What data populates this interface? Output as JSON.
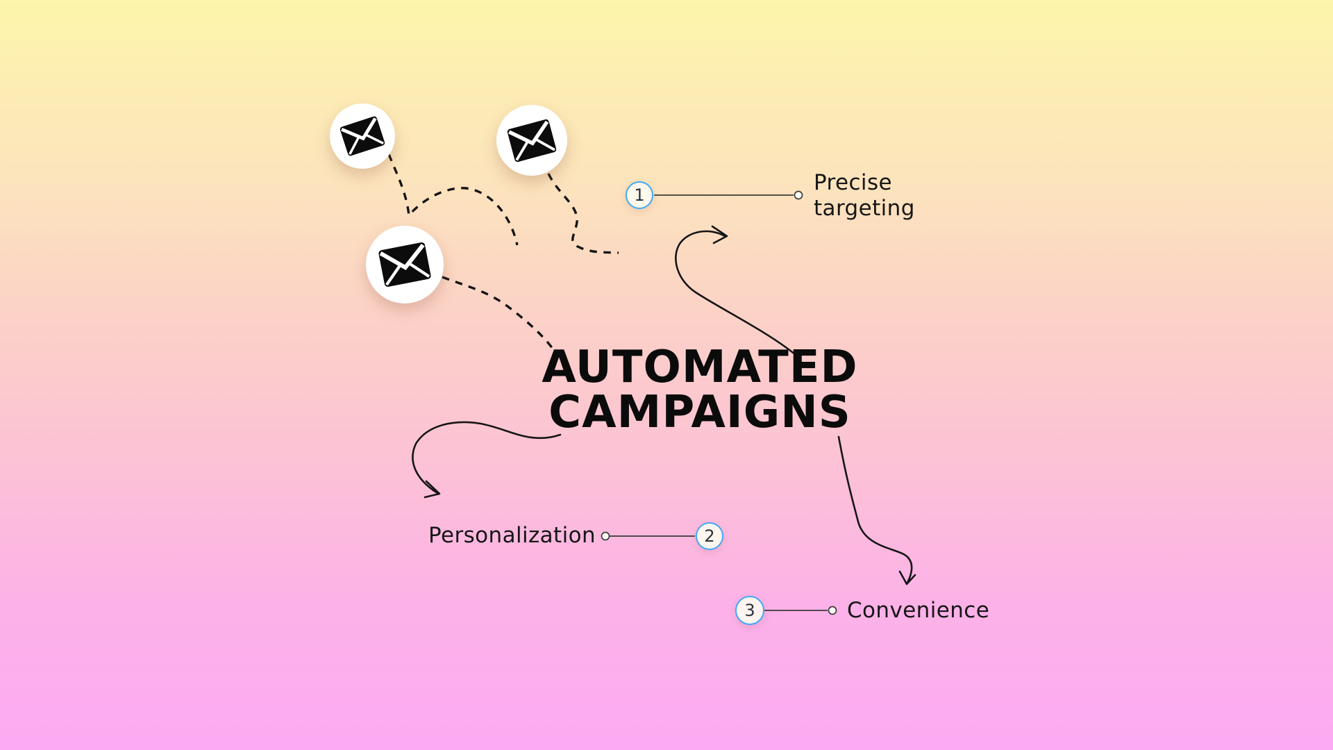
{
  "title": {
    "line1": "AUTOMATED",
    "line2": "CAMPAIGNS"
  },
  "callouts": [
    {
      "number": "1",
      "label": "Precise targeting",
      "line1": "Precise",
      "line2": "targeting"
    },
    {
      "number": "2",
      "label": "Personalization"
    },
    {
      "number": "3",
      "label": "Convenience"
    }
  ],
  "icons": {
    "badges": "envelope-icon",
    "count": 3
  },
  "colors": {
    "background_top": "#fdf5ab",
    "background_middle": "#fccfc9",
    "background_bottom": "#fcaaf3",
    "step_circle_stroke": "#3fa9f5",
    "step_circle_fill": "#fdf6ea",
    "ink": "#141414",
    "badge_fill": "#ffffff",
    "envelope_icon": "#0c0c0c"
  }
}
